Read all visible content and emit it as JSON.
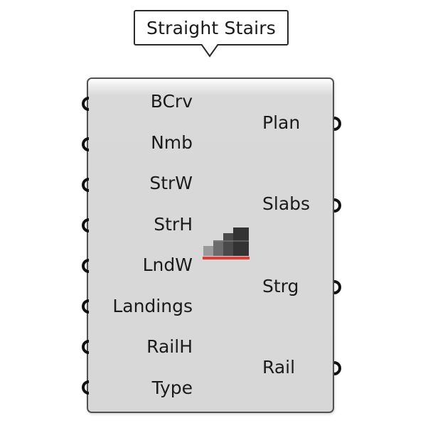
{
  "component": {
    "title": "Straight Stairs",
    "inputs": [
      {
        "label": "BCrv"
      },
      {
        "label": "Nmb"
      },
      {
        "label": "StrW"
      },
      {
        "label": "StrH"
      },
      {
        "label": "LndW"
      },
      {
        "label": "Landings"
      },
      {
        "label": "RailH"
      },
      {
        "label": "Type"
      }
    ],
    "outputs": [
      {
        "label": "Plan"
      },
      {
        "label": "Slabs"
      },
      {
        "label": "Strg"
      },
      {
        "label": "Rail"
      }
    ],
    "icon": "stairs-icon",
    "colors": {
      "body": "#d7d7d7",
      "border": "#505050",
      "accent_underline": "#e53935"
    }
  }
}
